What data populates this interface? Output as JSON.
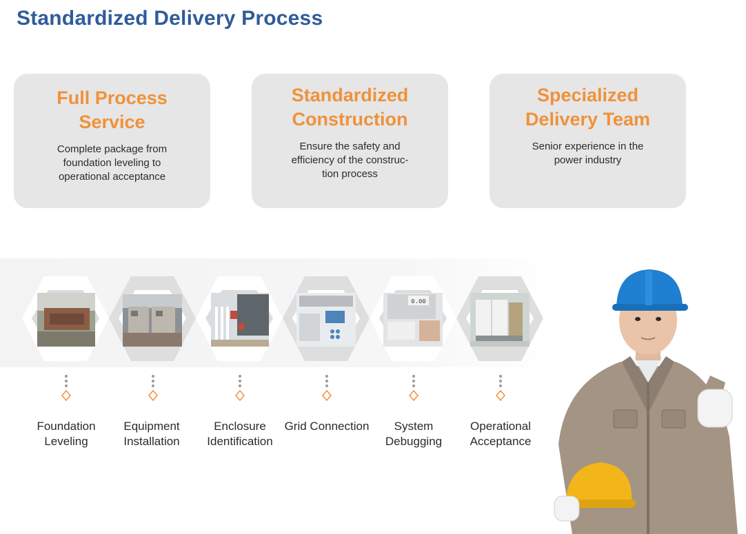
{
  "header": {
    "title": "Standardized Delivery Process"
  },
  "cards": [
    {
      "title": "Full Process Service",
      "description": "Complete package from foundation leveling to operational acceptance"
    },
    {
      "title": "Standardized Construction",
      "description": "Ensure the safety and efficiency of the construc-tion process"
    },
    {
      "title": "Specialized Delivery Team",
      "description": "Senior experience in the power industry"
    }
  ],
  "steps": [
    {
      "label": "Foundation Leveling",
      "photo": "foundation-photo"
    },
    {
      "label": "Equipment Installation",
      "photo": "equipment-photo"
    },
    {
      "label": "Enclosure Identification",
      "photo": "enclosure-photo"
    },
    {
      "label": "Grid Connection",
      "photo": "grid-device-photo"
    },
    {
      "label": "System Debugging",
      "photo": "meter-photo"
    },
    {
      "label": "Operational Acceptance",
      "photo": "cabinet-photo"
    }
  ],
  "meter_reading": "0.00",
  "colors": {
    "title": "#2f5c9a",
    "accent": "#f0913a",
    "card_bg": "#e6e6e6",
    "text": "#2b2b2b"
  }
}
